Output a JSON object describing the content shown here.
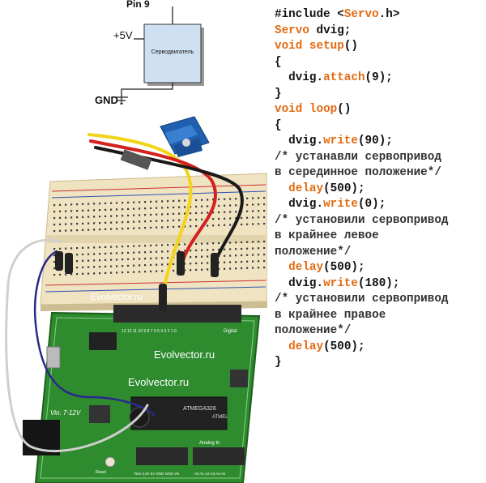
{
  "schematic": {
    "pin_label": "Pin 9",
    "vcc_label": "+5V",
    "gnd_label": "GND",
    "servo_label": "Серводвигатель"
  },
  "code_lines": [
    [
      {
        "t": "#include <",
        "c": "plain"
      },
      {
        "t": "Servo",
        "c": "kw"
      },
      {
        "t": ".h>",
        "c": "plain"
      }
    ],
    [
      {
        "t": "Servo",
        "c": "kw"
      },
      {
        "t": " dvig;",
        "c": "plain"
      }
    ],
    [
      {
        "t": "void",
        "c": "kw"
      },
      {
        "t": " ",
        "c": "plain"
      },
      {
        "t": "setup",
        "c": "kw"
      },
      {
        "t": "()",
        "c": "plain"
      }
    ],
    [
      {
        "t": "{",
        "c": "plain"
      }
    ],
    [
      {
        "t": "  dvig.",
        "c": "plain"
      },
      {
        "t": "attach",
        "c": "kw"
      },
      {
        "t": "(9);",
        "c": "plain"
      }
    ],
    [
      {
        "t": "}",
        "c": "plain"
      }
    ],
    [
      {
        "t": "void",
        "c": "kw"
      },
      {
        "t": " ",
        "c": "plain"
      },
      {
        "t": "loop",
        "c": "kw"
      },
      {
        "t": "()",
        "c": "plain"
      }
    ],
    [
      {
        "t": "{",
        "c": "plain"
      }
    ],
    [
      {
        "t": "  dvig.",
        "c": "plain"
      },
      {
        "t": "write",
        "c": "kw"
      },
      {
        "t": "(90);",
        "c": "plain"
      }
    ],
    [
      {
        "t": "/* устанавли сервопривод",
        "c": "cm"
      }
    ],
    [
      {
        "t": "в серединное положение*/",
        "c": "cm"
      }
    ],
    [
      {
        "t": "  ",
        "c": "plain"
      },
      {
        "t": "delay",
        "c": "kw"
      },
      {
        "t": "(500);",
        "c": "plain"
      }
    ],
    [
      {
        "t": "  dvig.",
        "c": "plain"
      },
      {
        "t": "write",
        "c": "kw"
      },
      {
        "t": "(0);",
        "c": "plain"
      }
    ],
    [
      {
        "t": "/* установили сервопривод",
        "c": "cm"
      }
    ],
    [
      {
        "t": "в крайнее левое",
        "c": "cm"
      }
    ],
    [
      {
        "t": "положение*/",
        "c": "cm"
      }
    ],
    [
      {
        "t": "  ",
        "c": "plain"
      },
      {
        "t": "delay",
        "c": "kw"
      },
      {
        "t": "(500);",
        "c": "plain"
      }
    ],
    [
      {
        "t": "  dvig.",
        "c": "plain"
      },
      {
        "t": "write",
        "c": "kw"
      },
      {
        "t": "(180);",
        "c": "plain"
      }
    ],
    [
      {
        "t": "/* установили сервопривод",
        "c": "cm"
      }
    ],
    [
      {
        "t": "в крайнее правое",
        "c": "cm"
      }
    ],
    [
      {
        "t": "положение*/",
        "c": "cm"
      }
    ],
    [
      {
        "t": "  ",
        "c": "plain"
      },
      {
        "t": "delay",
        "c": "kw"
      },
      {
        "t": "(500);",
        "c": "plain"
      }
    ],
    [
      {
        "t": "}",
        "c": "plain"
      }
    ]
  ],
  "photo": {
    "watermark_1": "Evolvector.ru",
    "watermark_2": "Evolvector.ru",
    "watermark_3": "Evolvector.ru",
    "vin_label": "Vin: 7-12V",
    "chip_label": "ATMEGA328",
    "chip_brand": "ATMEL",
    "digital_label": "Digital",
    "analog_label": "Analog In",
    "reset_label": "Reset",
    "power_pins": "Res 3.3V 5V GND GND Vin",
    "analog_pins": "A0 A1 A2 A3 A4 A5",
    "digital_pins": "13 12 11 10 9 8 7 6 5 4 3 2 1 0"
  },
  "colors": {
    "keyword": "#e36a12",
    "board": "#2e8b2e",
    "breadboard": "#efe3c2",
    "wire_yellow": "#f2d51a",
    "wire_red": "#d42020",
    "wire_black": "#1a1a1a",
    "wire_blue": "#2a2a8a",
    "wire_gray": "#cfcfcf",
    "servo_blue": "#2060b0"
  }
}
